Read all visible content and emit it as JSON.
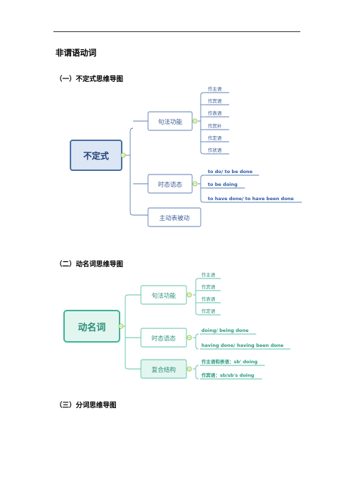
{
  "doc": {
    "title": "非谓语动词"
  },
  "sections": [
    {
      "title": "（一）不定式思维导图"
    },
    {
      "title": "（二）动名词思维导图"
    },
    {
      "title": "（三）分词思维导图"
    }
  ],
  "map1": {
    "root": "不定式",
    "branches": [
      {
        "label": "句法功能",
        "children": [
          "作主语",
          "作宾语",
          "作表语",
          "作宾补",
          "作定语",
          "作状语"
        ]
      },
      {
        "label": "时态语态",
        "children": [
          "to do/ to be done",
          "to be doing",
          "to have done/ to have been done"
        ]
      },
      {
        "label": "主动表被动",
        "children": []
      }
    ],
    "colors": {
      "stroke": "#4a6fa5",
      "fill": "#dce6f4",
      "text": "#1f3f75",
      "accent": "#8cc63f"
    }
  },
  "map2": {
    "root": "动名词",
    "branches": [
      {
        "label": "句法功能",
        "children": [
          "作主语",
          "作宾语",
          "作表语",
          "作定语"
        ]
      },
      {
        "label": "时态语态",
        "children": [
          "doing/ being done",
          "having done/ having been done"
        ]
      },
      {
        "label": "复合结构",
        "children": [
          "作主语和表语：sb' doing",
          "作宾语：sb/sb's doing"
        ]
      }
    ],
    "colors": {
      "stroke": "#3fb39a",
      "fill": "#e3f5ef",
      "text": "#2a8f79",
      "accent": "#8cc63f"
    }
  }
}
